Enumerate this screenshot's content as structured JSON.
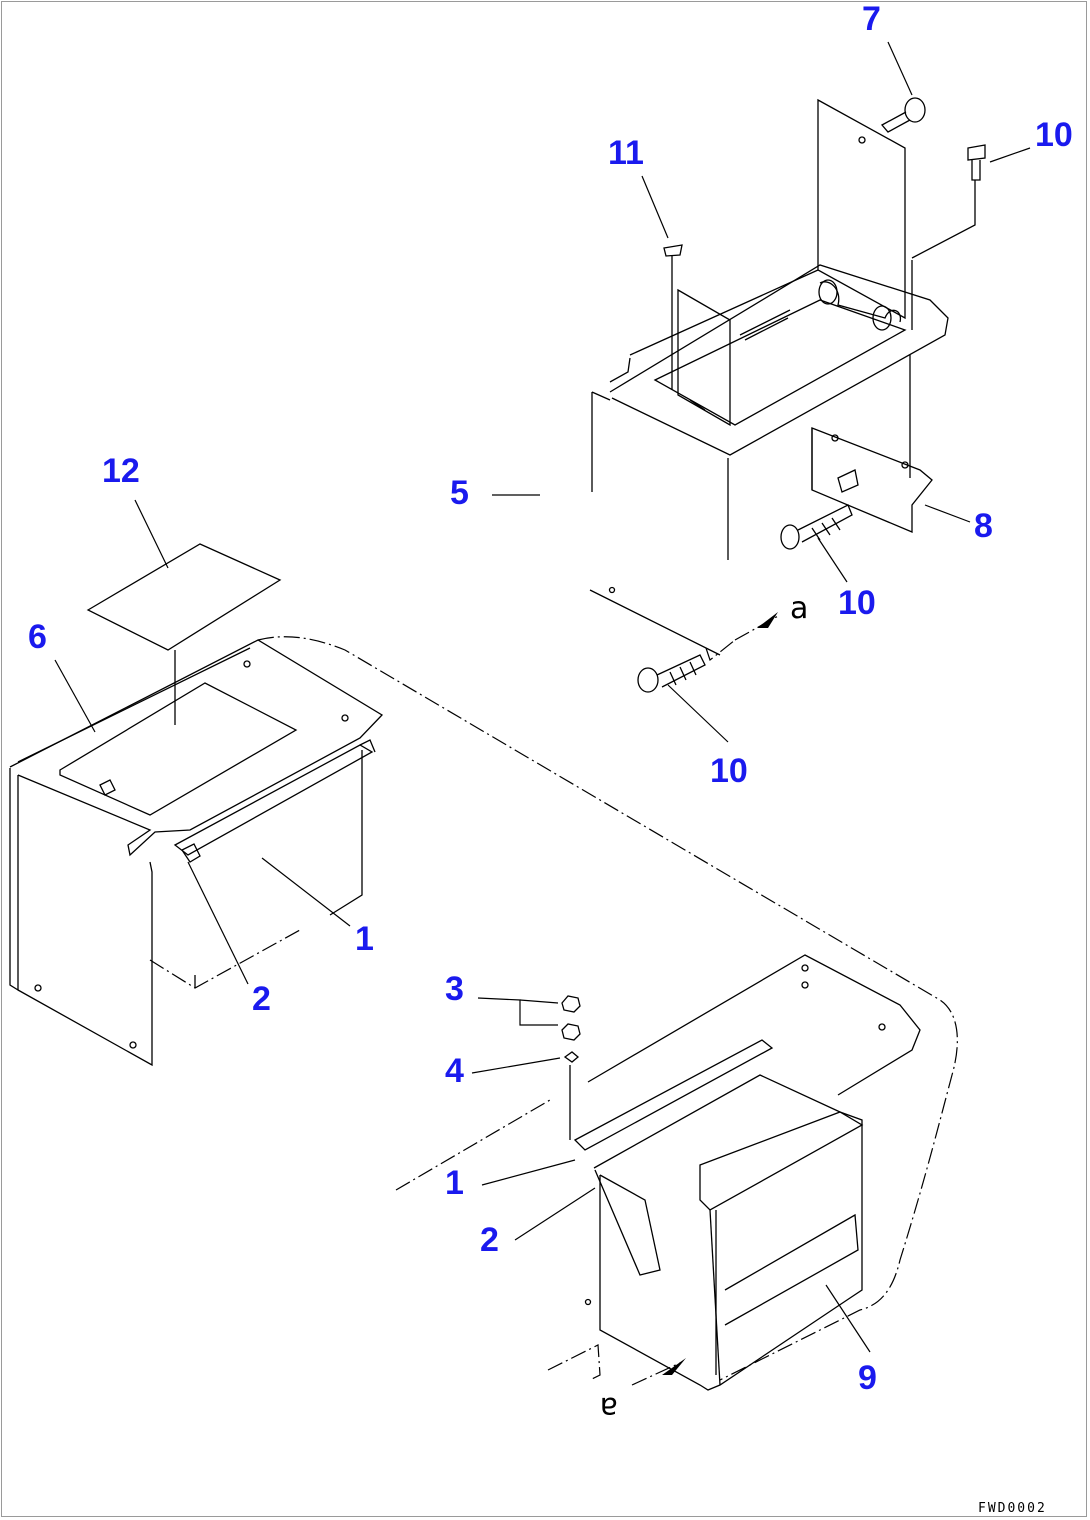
{
  "callouts": {
    "c7": "7",
    "c10_top": "10",
    "c11": "11",
    "c12": "12",
    "c5": "5",
    "c8": "8",
    "c10_mid": "10",
    "c6": "6",
    "c10_low": "10",
    "c1_left": "1",
    "c2_left": "2",
    "c3": "3",
    "c4": "4",
    "c1_right": "1",
    "c2_right": "2",
    "c9": "9"
  },
  "reference_marks": {
    "a_upper": "a",
    "a_lower": "a"
  },
  "drawing_code": "FWD0002",
  "colors": {
    "callout": "#1a1aee",
    "line": "#000000"
  }
}
